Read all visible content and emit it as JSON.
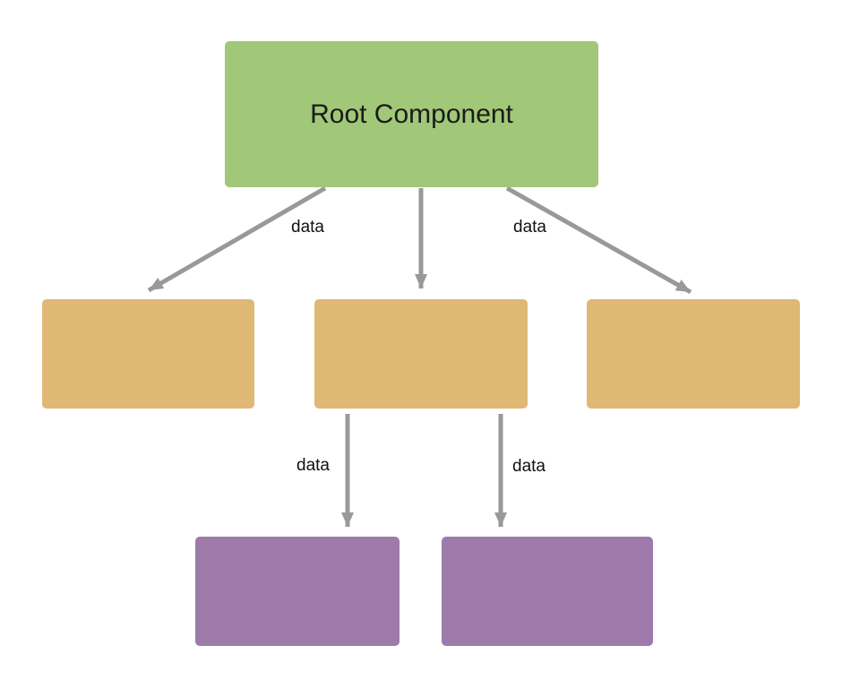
{
  "diagram": {
    "nodes": [
      {
        "id": "root",
        "label": "Root Component",
        "fill": "#a0c878"
      },
      {
        "id": "child-left",
        "label": "",
        "fill": "#dfb876"
      },
      {
        "id": "child-middle",
        "label": "",
        "fill": "#dfb876"
      },
      {
        "id": "child-right",
        "label": "",
        "fill": "#dfb876"
      },
      {
        "id": "grandchild-left",
        "label": "",
        "fill": "#9e7aab"
      },
      {
        "id": "grandchild-right",
        "label": "",
        "fill": "#9e7aab"
      }
    ],
    "edges": [
      {
        "from": "root",
        "to": "child-left",
        "label": "data"
      },
      {
        "from": "root",
        "to": "child-middle",
        "label": ""
      },
      {
        "from": "root",
        "to": "child-right",
        "label": "data"
      },
      {
        "from": "child-middle",
        "to": "grandchild-left",
        "label": "data"
      },
      {
        "from": "child-middle",
        "to": "grandchild-right",
        "label": "data"
      }
    ],
    "colors": {
      "root_fill": "#a0c878",
      "child_fill": "#dfb876",
      "grandchild_fill": "#9e7aab",
      "arrow": "#999999",
      "label_text": "#111111",
      "title_text": "#1a1a1a",
      "background": "#ffffff"
    }
  }
}
